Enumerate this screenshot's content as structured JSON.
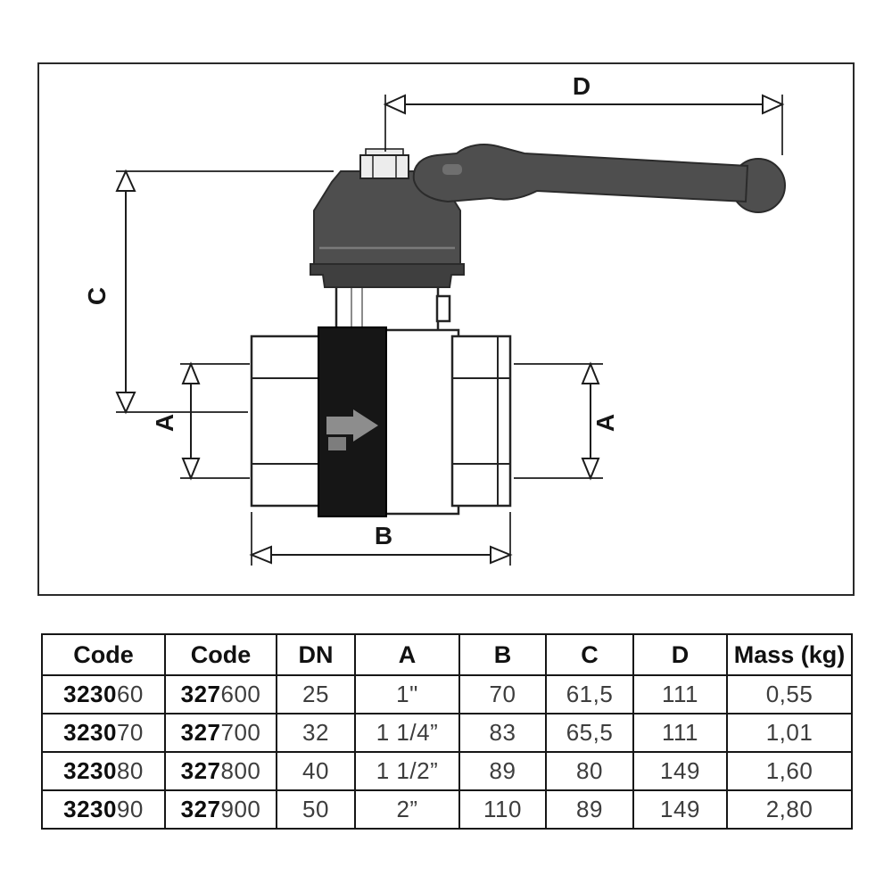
{
  "diagram": {
    "labels": {
      "d": "D",
      "c": "C",
      "a_left": "A",
      "a_right": "A",
      "b": "B"
    },
    "colors": {
      "handle": "#4e4e4e",
      "bonnet": "#4e4e4e",
      "flange": "#3f3f3f",
      "band": "#161616",
      "flow_arrow": "#8d8d8d",
      "outline": "#242424"
    }
  },
  "table": {
    "headers": [
      "Code",
      "Code",
      "DN",
      "A",
      "B",
      "C",
      "D",
      "Mass (kg)"
    ],
    "rows": [
      {
        "code1_bold": "3230",
        "code1_rest": "60",
        "code2_bold": "327",
        "code2_rest": "600",
        "dn": "25",
        "a": "1\"",
        "b": "70",
        "c": "61,5",
        "d": "111",
        "mass": "0,55"
      },
      {
        "code1_bold": "3230",
        "code1_rest": "70",
        "code2_bold": "327",
        "code2_rest": "700",
        "dn": "32",
        "a": "1 1/4”",
        "b": "83",
        "c": "65,5",
        "d": "111",
        "mass": "1,01"
      },
      {
        "code1_bold": "3230",
        "code1_rest": "80",
        "code2_bold": "327",
        "code2_rest": "800",
        "dn": "40",
        "a": "1 1/2”",
        "b": "89",
        "c": "80",
        "d": "149",
        "mass": "1,60"
      },
      {
        "code1_bold": "3230",
        "code1_rest": "90",
        "code2_bold": "327",
        "code2_rest": "900",
        "dn": "50",
        "a": "2”",
        "b": "110",
        "c": "89",
        "d": "149",
        "mass": "2,80"
      }
    ]
  }
}
